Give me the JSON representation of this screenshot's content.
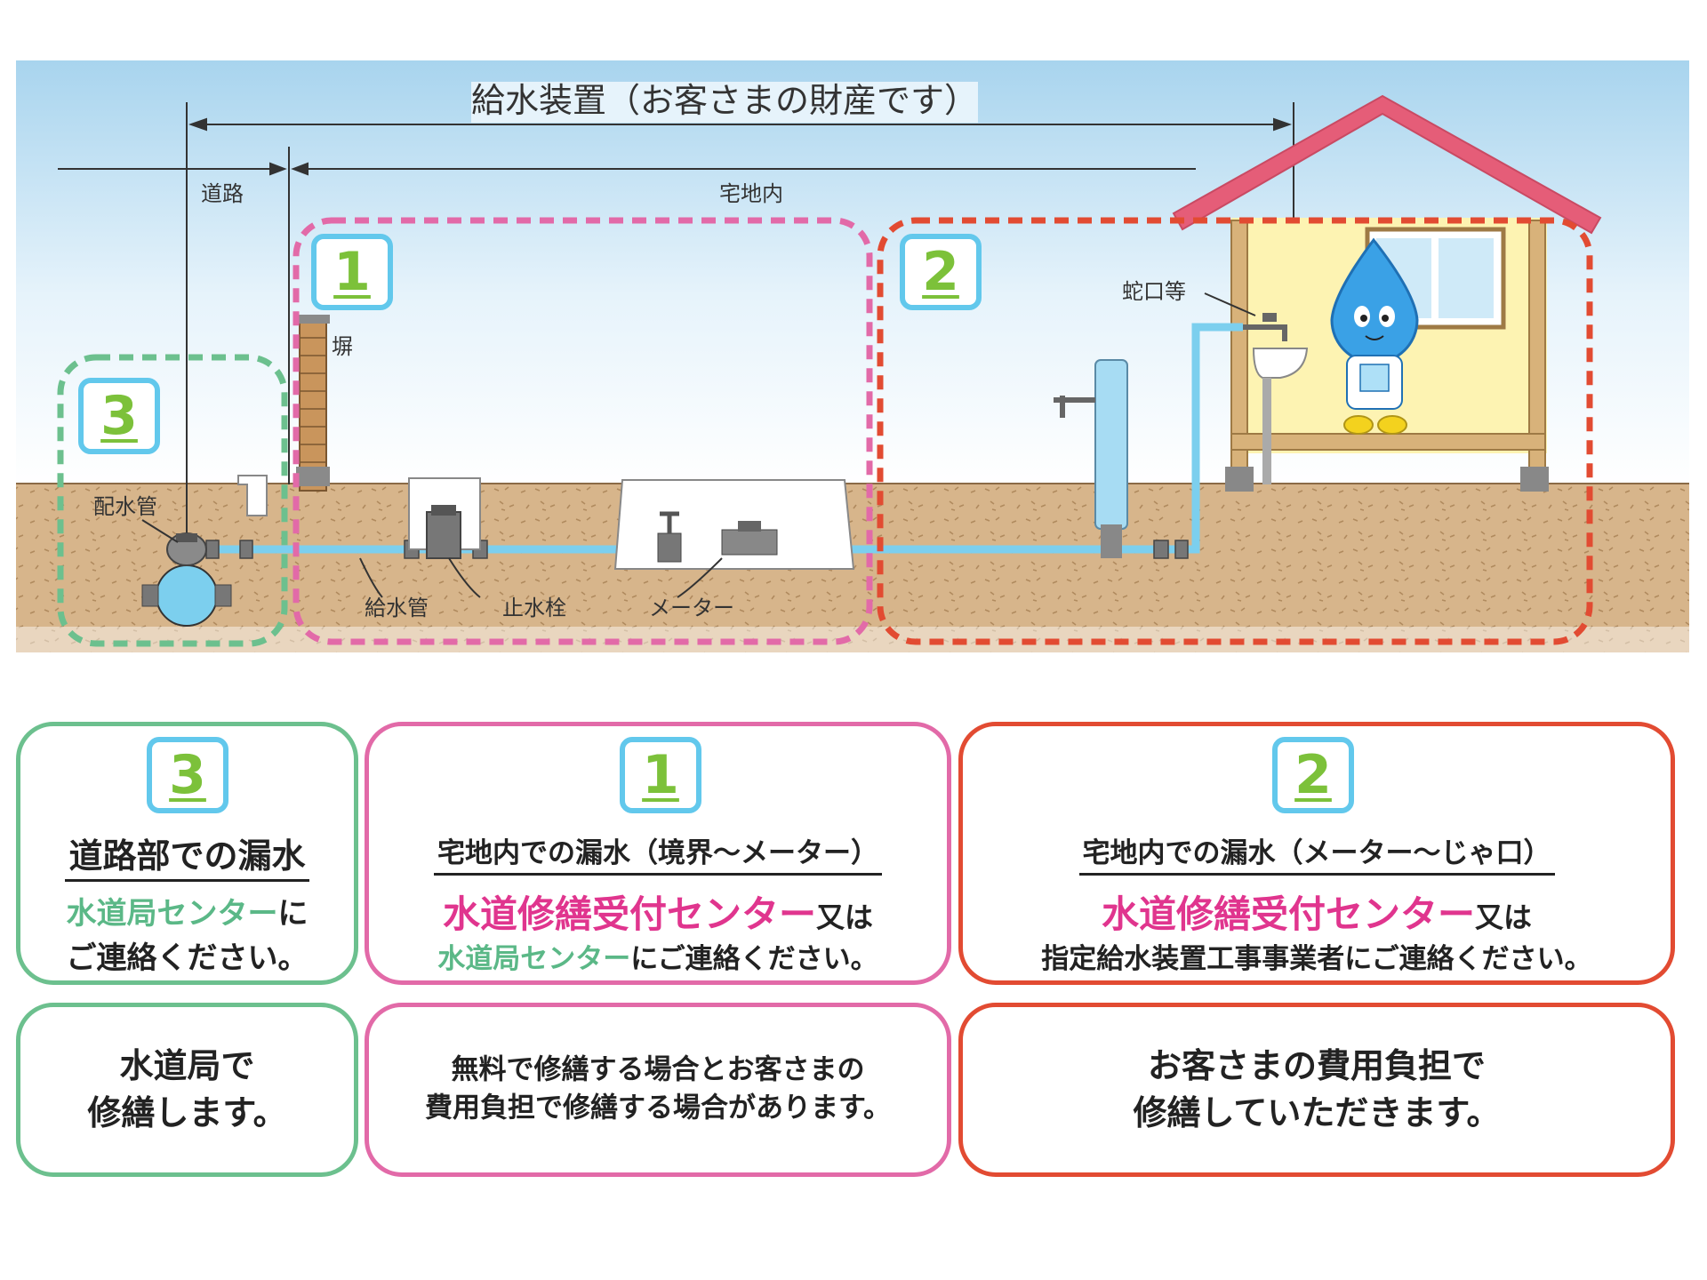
{
  "diagram": {
    "top_label": "給水装置（お客さまの財産です）",
    "road_label": "道路",
    "property_label": "宅地内",
    "wall_label": "塀",
    "faucet_label": "蛇口等",
    "main_pipe_label": "配水管",
    "supply_pipe_label": "給水管",
    "stop_valve_label": "止水栓",
    "meter_label": "メーター",
    "zone_badges": [
      "1",
      "2",
      "3"
    ]
  },
  "colors": {
    "zone1": "#e26aa8",
    "zone2": "#e24b32",
    "zone3": "#6cc08e",
    "badge_border": "#62c8ec",
    "badge_number": "#7cc13a",
    "pipe": "#7ccfee"
  },
  "cards": {
    "road": {
      "badge": "3",
      "title": "道路部での漏水",
      "line1_colored": "水道局センター",
      "line1_plain": "に",
      "line2": "ご連絡ください。",
      "bottom_line1": "水道局で",
      "bottom_line2": "修繕します。"
    },
    "boundary": {
      "badge": "1",
      "title": "宅地内での漏水（境界～メーター）",
      "line1_colored": "水道修繕受付センター",
      "line1_plain": "又は",
      "line2_colored": "水道局センター",
      "line2_plain": "にご連絡ください。",
      "bottom_line1": "無料で修繕する場合とお客さまの",
      "bottom_line2": "費用負担で修繕する場合があります。"
    },
    "meter": {
      "badge": "2",
      "title": "宅地内での漏水（メーター～じゃ口）",
      "line1_colored": "水道修繕受付センター",
      "line1_plain": "又は",
      "line2": "指定給水装置工事事業者にご連絡ください。",
      "bottom_line1": "お客さまの費用負担で",
      "bottom_line2": "修繕していただきます。"
    }
  }
}
